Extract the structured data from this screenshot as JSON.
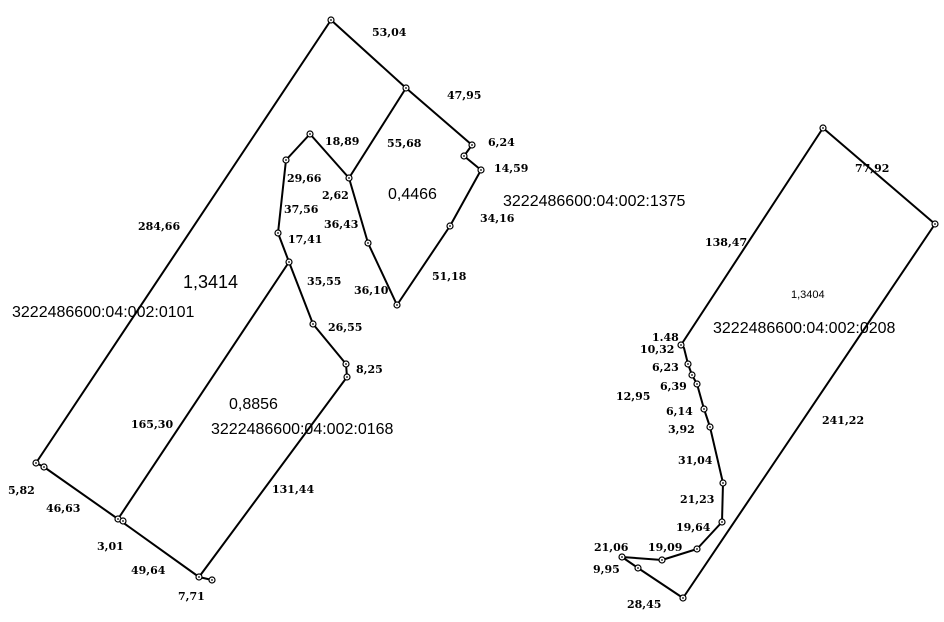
{
  "parcels": {
    "p0101": {
      "area": "1,3414",
      "cadastral": "3222486600:04:002:0101"
    },
    "p1375": {
      "area": "0,4466",
      "cadastral": "3222486600:04:002:1375"
    },
    "p0168": {
      "area": "0,8856",
      "cadastral": "3222486600:04:002:0168"
    },
    "p0208": {
      "area": "1,3404",
      "cadastral": "3222486600:04:002:0208"
    }
  },
  "dimensions": {
    "d53_04": "53,04",
    "d47_95": "47,95",
    "d6_24": "6,24",
    "d14_59": "14,59",
    "d55_68": "55,68",
    "d18_89": "18,89",
    "d29_66": "29,66",
    "d2_62": "2,62",
    "d37_56": "37,56",
    "d36_43": "36,43",
    "d34_16": "34,16",
    "d284_66": "284,66",
    "d17_41": "17,41",
    "d35_55": "35,55",
    "d36_10": "36,10",
    "d51_18": "51,18",
    "d26_55": "26,55",
    "d8_25": "8,25",
    "d165_30": "165,30",
    "d131_44": "131,44",
    "d5_82": "5,82",
    "d46_63": "46,63",
    "d3_01": "3,01",
    "d49_64": "49,64",
    "d7_71": "7,71",
    "d77_92": "77,92",
    "d138_47": "138,47",
    "d1_48": "1.48",
    "d10_32": "10,32",
    "d6_23": "6,23",
    "d6_39": "6,39",
    "d12_95": "12,95",
    "d6_14": "6,14",
    "d3_92": "3,92",
    "d241_22": "241,22",
    "d31_04": "31,04",
    "d21_23": "21,23",
    "d19_64": "19,64",
    "d21_06": "21,06",
    "d19_09": "19,09",
    "d9_95": "9,95",
    "d28_45": "28,45"
  }
}
